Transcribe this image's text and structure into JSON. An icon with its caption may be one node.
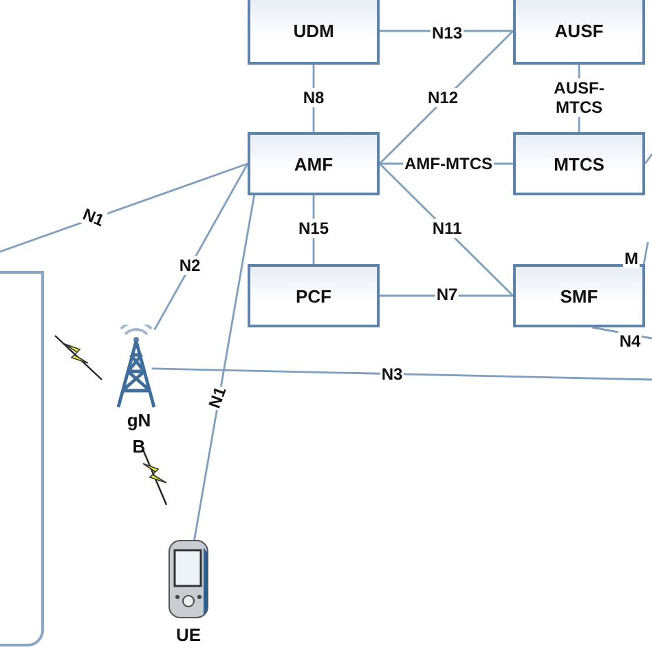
{
  "diagram": {
    "nodes": [
      {
        "text": [
          "UDM"
        ]
      },
      {
        "text": [
          "AUSF"
        ]
      },
      {
        "text": [
          "AMF"
        ]
      },
      {
        "text": [
          "MTCS"
        ]
      },
      {
        "text": [
          "PCF"
        ]
      },
      {
        "text": [
          "SMF"
        ]
      },
      {
        "text": [],
        "shape": "box"
      },
      {
        "text": [
          "gNB"
        ]
      },
      {
        "text": [
          "UE"
        ]
      }
    ],
    "edges": [
      {
        "from": 0,
        "to": 1,
        "label": "N13",
        "arrow": "none"
      },
      {
        "from": 0,
        "to": 2,
        "label": "N8",
        "arrow": "none"
      },
      {
        "from": 2,
        "to": 1,
        "label": "N12",
        "arrow": "none"
      },
      {
        "from": 1,
        "to": 3,
        "label": "AUSF- MTCS",
        "arrow": "none"
      },
      {
        "from": 2,
        "to": 3,
        "label": "AMF-MTCS",
        "arrow": "none"
      },
      {
        "from": 2,
        "to": 4,
        "label": "N15",
        "arrow": "none"
      },
      {
        "from": 2,
        "to": 5,
        "label": "N11",
        "arrow": "none"
      },
      {
        "from": 4,
        "to": 5,
        "label": "N7",
        "arrow": "none"
      },
      {
        "from": 2,
        "to": null,
        "label": "N1",
        "arrow": "none"
      },
      {
        "from": 2,
        "to": 7,
        "label": "N2",
        "arrow": "none"
      },
      {
        "from": 2,
        "to": 8,
        "label": "N1",
        "arrow": "none"
      },
      {
        "from": 7,
        "to": null,
        "label": "N3",
        "arrow": "none"
      },
      {
        "from": 3,
        "to": null,
        "arrow": "none"
      },
      {
        "from": 5,
        "to": null,
        "label": "M",
        "arrow": "none"
      },
      {
        "from": 5,
        "to": null,
        "label": "N4",
        "arrow": "none"
      }
    ]
  }
}
